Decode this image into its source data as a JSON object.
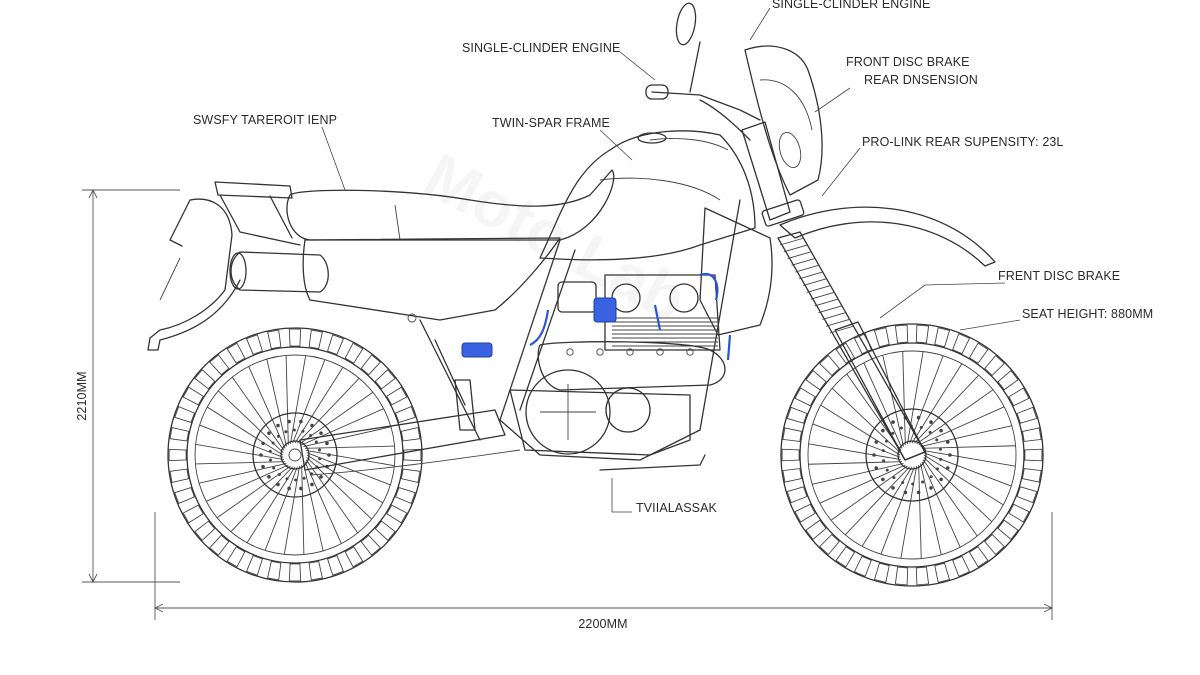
{
  "callouts": {
    "top_engine": "SINGLE-CLINDER ENGINE",
    "engine": "SINGLE-CLINDER ENGINE",
    "front_brake_top": "FRONT DISC BRAKE",
    "rear_suspension": "REAR DNSENSION",
    "rack": "SWSFY TAREROIT IENP",
    "frame": "TWIN-SPAR FRAME",
    "pro_link": "PRO-LINK REAR SUPENSITY: 23L",
    "front_brake": "FRENT DISC BRAKE",
    "seat_height": "SEAT HEIGHT: 880MM",
    "swingarm": "TVIIALASSAK"
  },
  "dimensions": {
    "height": "2210MM",
    "length": "2200MM"
  },
  "watermark": "Moto Lab",
  "colors": {
    "line": "#333333",
    "accent": "#2b55d6",
    "background": "#ffffff"
  }
}
